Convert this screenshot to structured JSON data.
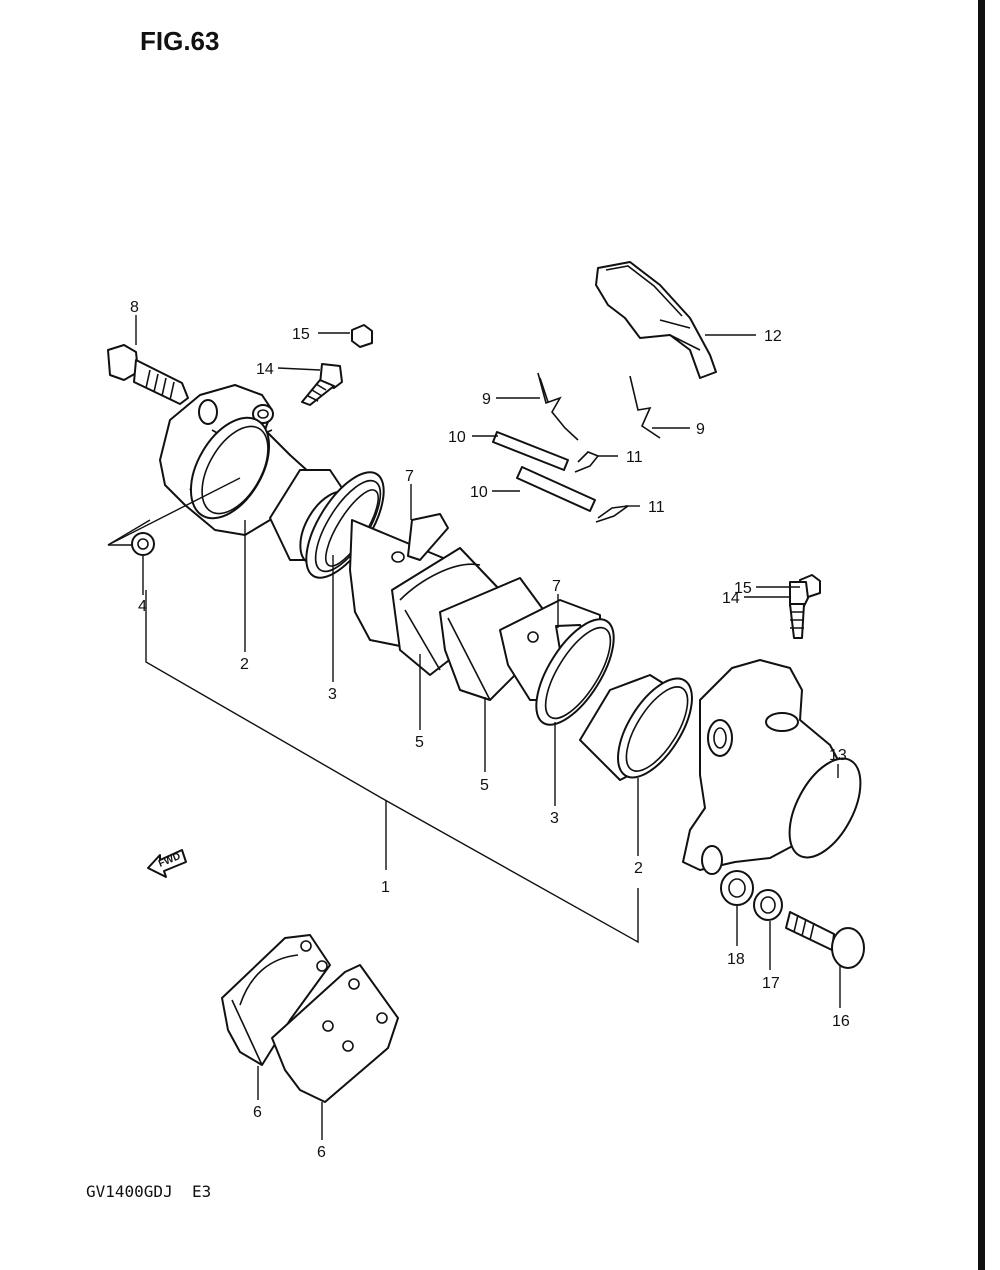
{
  "figure": {
    "title": "FIG.63",
    "model_code": "GV1400GDJ  E3",
    "fwd_label": "FWD"
  },
  "callouts": [
    {
      "id": "c8",
      "text": "8"
    },
    {
      "id": "c15a",
      "text": "15"
    },
    {
      "id": "c14a",
      "text": "14"
    },
    {
      "id": "c12",
      "text": "12"
    },
    {
      "id": "c9a",
      "text": "9"
    },
    {
      "id": "c9b",
      "text": "9"
    },
    {
      "id": "c10a",
      "text": "10"
    },
    {
      "id": "c11a",
      "text": "11"
    },
    {
      "id": "c10b",
      "text": "10"
    },
    {
      "id": "c11b",
      "text": "11"
    },
    {
      "id": "c7a",
      "text": "7"
    },
    {
      "id": "c7b",
      "text": "7"
    },
    {
      "id": "c15b",
      "text": "15"
    },
    {
      "id": "c14b",
      "text": "14"
    },
    {
      "id": "c4",
      "text": "4"
    },
    {
      "id": "c2a",
      "text": "2"
    },
    {
      "id": "c3a",
      "text": "3"
    },
    {
      "id": "c5a",
      "text": "5"
    },
    {
      "id": "c5b",
      "text": "5"
    },
    {
      "id": "c3b",
      "text": "3"
    },
    {
      "id": "c2b",
      "text": "2"
    },
    {
      "id": "c13",
      "text": "13"
    },
    {
      "id": "c1",
      "text": "1"
    },
    {
      "id": "c18",
      "text": "18"
    },
    {
      "id": "c17",
      "text": "17"
    },
    {
      "id": "c16",
      "text": "16"
    },
    {
      "id": "c6a",
      "text": "6"
    },
    {
      "id": "c6b",
      "text": "6"
    }
  ]
}
